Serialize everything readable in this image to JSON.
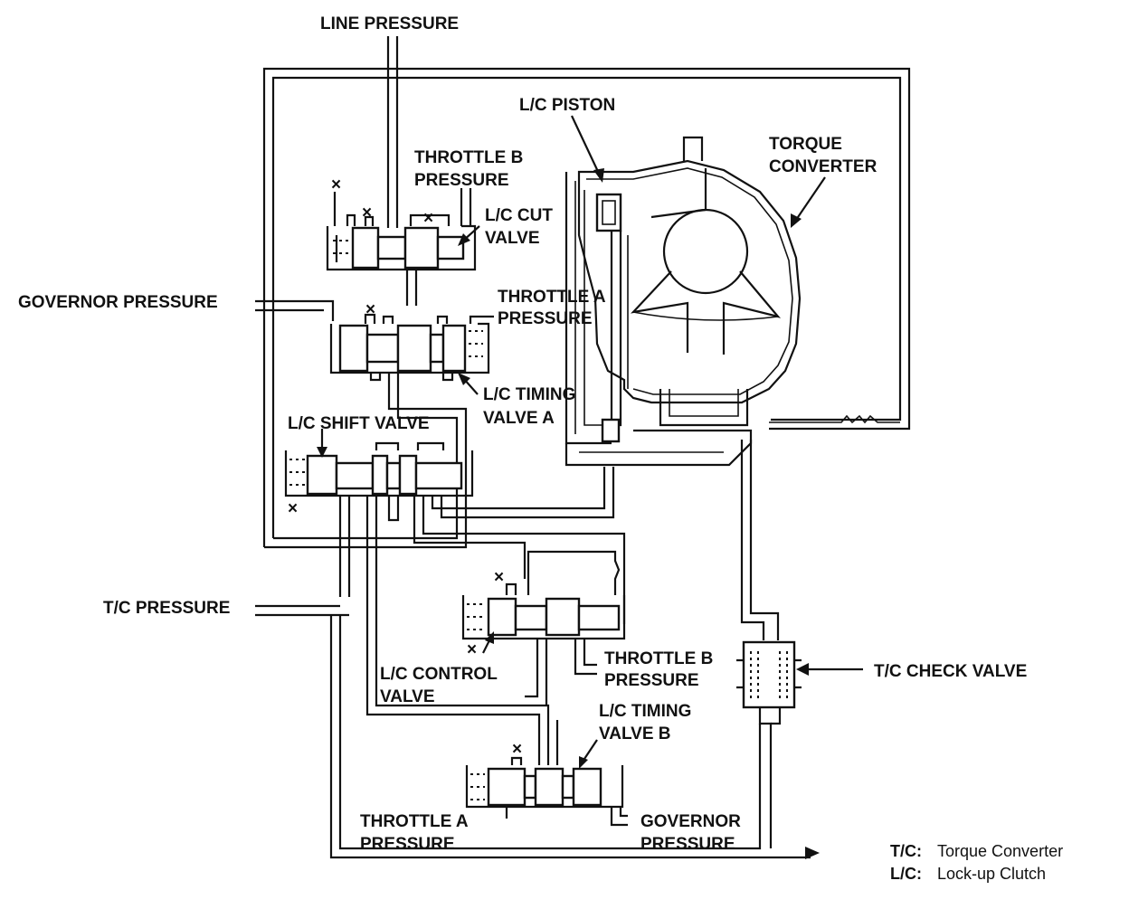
{
  "labels": {
    "line_pressure": "LINE PRESSURE",
    "lc_piston": "L/C PISTON",
    "torque_converter_1": "TORQUE",
    "torque_converter_2": "CONVERTER",
    "throttle_b_top_1": "THROTTLE B",
    "throttle_b_top_2": "PRESSURE",
    "lc_cut_valve_1": "L/C CUT",
    "lc_cut_valve_2": "VALVE",
    "governor_pressure_left": "GOVERNOR PRESSURE",
    "throttle_a_top_1": "THROTTLE A",
    "throttle_a_top_2": "PRESSURE",
    "lc_timing_a_1": "L/C TIMING",
    "lc_timing_a_2": "VALVE A",
    "lc_shift_valve": "L/C SHIFT VALVE",
    "tc_pressure": "T/C PRESSURE",
    "lc_control_1": "L/C CONTROL",
    "lc_control_2": "VALVE",
    "throttle_b_mid_1": "THROTTLE B",
    "throttle_b_mid_2": "PRESSURE",
    "tc_check_valve": "T/C CHECK VALVE",
    "lc_timing_b_1": "L/C TIMING",
    "lc_timing_b_2": "VALVE B",
    "throttle_a_bot_1": "THROTTLE A",
    "throttle_a_bot_2": "PRESSURE",
    "governor_bot_1": "GOVERNOR",
    "governor_bot_2": "PRESSURE",
    "exhaust_mark": "×"
  },
  "legend": [
    {
      "abbr": "T/C:",
      "text": "Torque Converter"
    },
    {
      "abbr": "L/C:",
      "text": "Lock-up Clutch"
    }
  ]
}
